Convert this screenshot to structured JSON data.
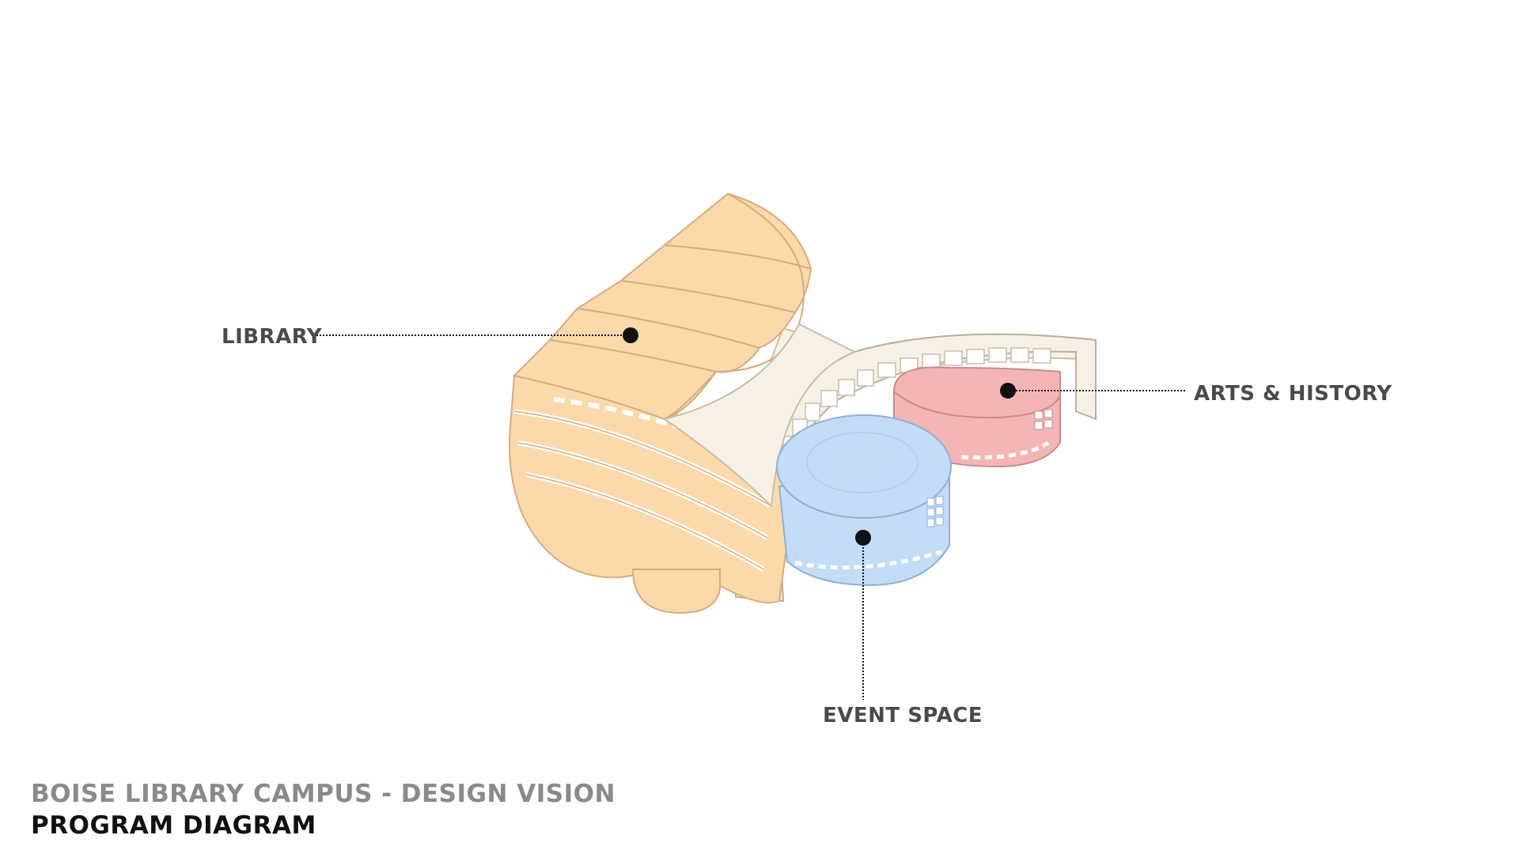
{
  "labels": {
    "library": "LIBRARY",
    "arts_history": "ARTS & HISTORY",
    "event_space": "EVENT SPACE"
  },
  "footer": {
    "subtitle": "BOISE LIBRARY CAMPUS - DESIGN VISION",
    "title": "PROGRAM DIAGRAM"
  },
  "colors": {
    "library": "#fcd9ab",
    "library_stroke": "#d7ac7c",
    "connector": "#f6f1e4",
    "connector_stroke": "#c7bfa8",
    "event_space": "#c3dcf7",
    "event_space_stroke": "#8fb0d6",
    "arts_history": "#f3b6b4",
    "arts_history_stroke": "#cc8a88",
    "leader": "#111111"
  }
}
